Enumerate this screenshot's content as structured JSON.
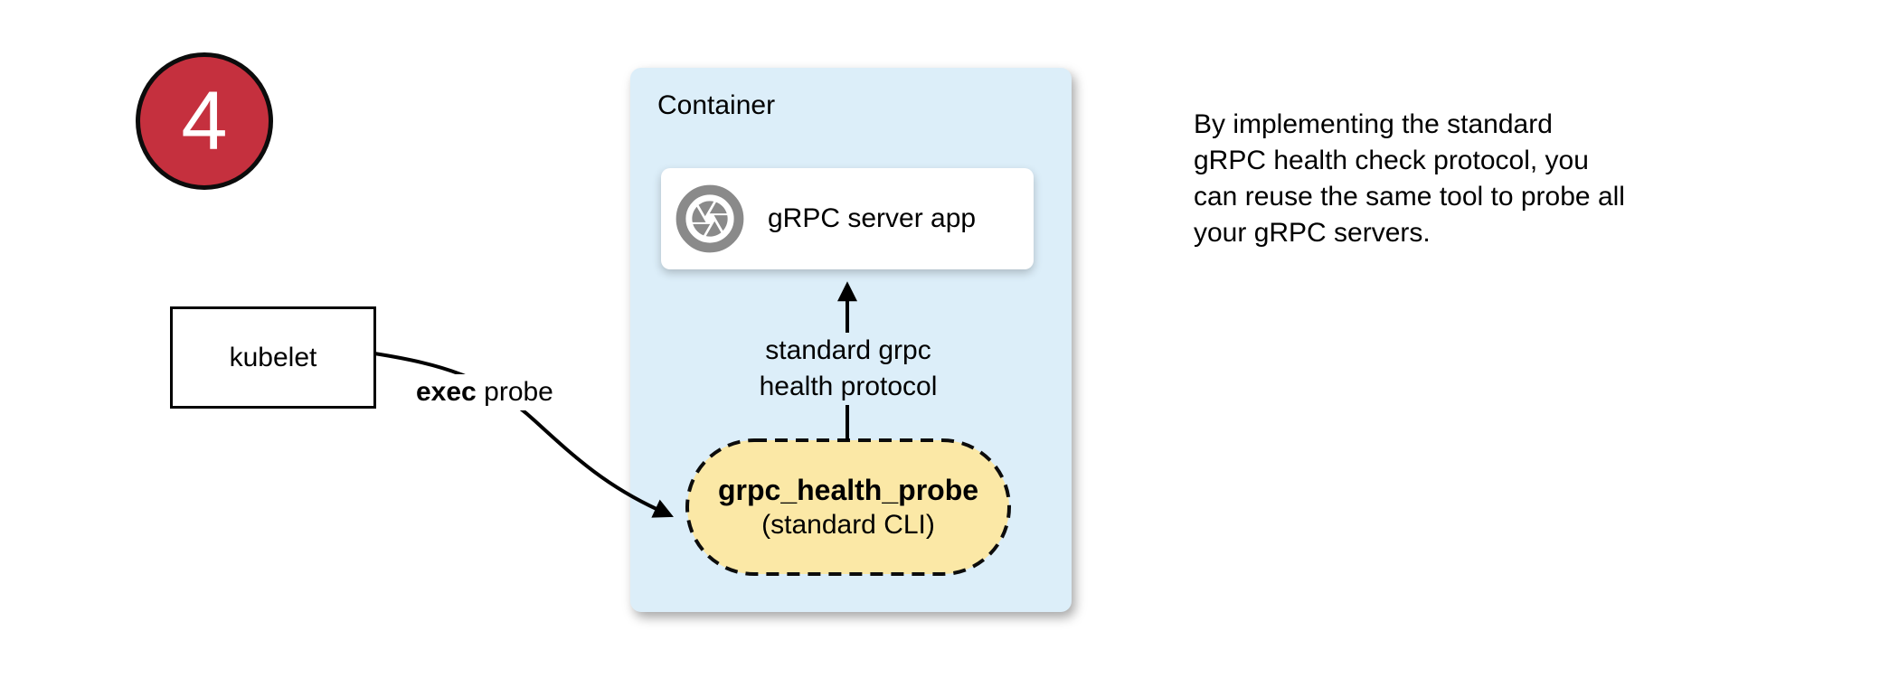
{
  "step_badge": {
    "number": "4",
    "color": "#C5303E"
  },
  "kubelet_box": {
    "label": "kubelet"
  },
  "container_box": {
    "title": "Container",
    "bg_color": "#DCEEF9",
    "server_box": {
      "label": "gRPC server app",
      "icon": "aperture-icon",
      "icon_color": "#8A8A8A"
    },
    "probe_pill": {
      "title": "grpc_health_probe",
      "subtitle": "(standard CLI)",
      "bg_color": "#FBE8A6"
    }
  },
  "arrows": {
    "exec_probe": {
      "label_bold": "exec",
      "label_rest": "probe"
    },
    "health_protocol": {
      "line1": "standard grpc",
      "line2": "health protocol"
    }
  },
  "side_note": {
    "lines": {
      "0": "By implementing the standard",
      "1": "gRPC health check protocol, you",
      "2": "can reuse the same tool to probe all",
      "3": "your gRPC servers."
    }
  }
}
